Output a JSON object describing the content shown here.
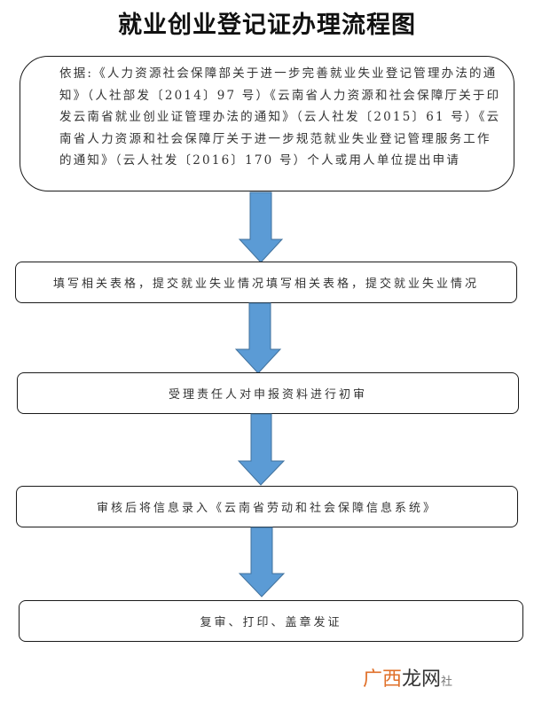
{
  "title": "就业创业登记证办理流程图",
  "colors": {
    "arrow_fill": "#5b9bd5",
    "arrow_stroke": "#41719c",
    "box_border": "#1a1a1a",
    "watermark_orange": "#e0702a"
  },
  "steps": [
    {
      "id": 1,
      "shape": "rounded-rect-large",
      "text": "依据:《人力资源社会保障部关于进一步完善就业失业登记管理办法的通知》（人社部发〔2014〕97 号）《云南省人力资源和社会保障厅关于印发云南省就业创业证管理办法的通知》（云人社发〔2015〕61 号）《云南省人力资源和社会保障厅关于进一步规范就业失业登记管理服务工作的通知》（云人社发〔2016〕170 号）个人或用人单位提出申请"
    },
    {
      "id": 2,
      "shape": "rounded-rect",
      "text": "填写相关表格，提交就业失业情况填写相关表格，提交就业失业情况"
    },
    {
      "id": 3,
      "shape": "rounded-rect",
      "text": "受理责任人对申报资料进行初审"
    },
    {
      "id": 4,
      "shape": "rounded-rect",
      "text": "审核后将信息录入《云南省劳动和社会保障信息系统》"
    },
    {
      "id": 5,
      "shape": "rounded-rect",
      "text": "复审、打印、盖章发证"
    }
  ],
  "arrows": [
    {
      "from": 1,
      "to": 2,
      "direction": "down"
    },
    {
      "from": 2,
      "to": 3,
      "direction": "down"
    },
    {
      "from": 3,
      "to": 4,
      "direction": "down"
    },
    {
      "from": 4,
      "to": 5,
      "direction": "down"
    }
  ],
  "watermark": {
    "part1": "广西",
    "part2": "龙网",
    "part3": "社"
  }
}
